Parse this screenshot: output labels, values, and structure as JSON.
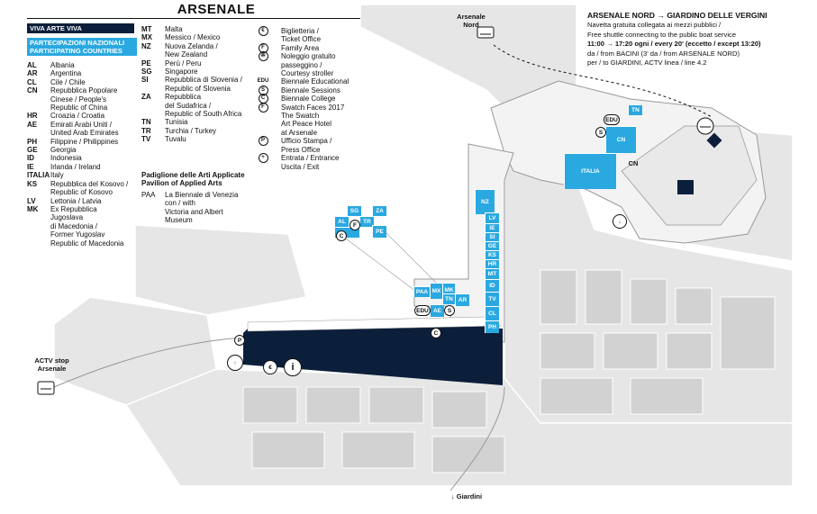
{
  "title": "ARSENALE",
  "viva_header": "VIVA ARTE VIVA",
  "partecipazioni_header": "PARTECIPAZIONI NAZIONALI\nPARTICIPATING COUNTRIES",
  "countries_col1": [
    {
      "code": "AL",
      "name": "Albania"
    },
    {
      "code": "AR",
      "name": "Argentina"
    },
    {
      "code": "CL",
      "name": "Cile / Chile"
    },
    {
      "code": "CN",
      "name": "Repubblica Popolare\nCinese / People's\nRepublic of China"
    },
    {
      "code": "HR",
      "name": "Croazia / Croatia"
    },
    {
      "code": "AE",
      "name": "Emirati Arabi Uniti /\nUnited Arab Emirates"
    },
    {
      "code": "PH",
      "name": "Filippine / Philippines"
    },
    {
      "code": "GE",
      "name": "Georgia"
    },
    {
      "code": "ID",
      "name": "Indonesia"
    },
    {
      "code": "IE",
      "name": "Irlanda / Ireland"
    },
    {
      "code": "ITALIA",
      "name": "Italy"
    },
    {
      "code": "KS",
      "name": "Repubblica del Kosovo /\nRepublic of Kosovo"
    },
    {
      "code": "LV",
      "name": "Lettonia / Latvia"
    },
    {
      "code": "MK",
      "name": "Ex Repubblica\nJugoslava\ndi Macedonia /\nFormer Yugoslav\nRepublic of Macedonia"
    }
  ],
  "countries_col2": [
    {
      "code": "MT",
      "name": "Malta"
    },
    {
      "code": "MX",
      "name": "Messico / Mexico"
    },
    {
      "code": "NZ",
      "name": "Nuova Zelanda /\nNew Zealand"
    },
    {
      "code": "PE",
      "name": "Perù / Peru"
    },
    {
      "code": "SG",
      "name": "Singapore"
    },
    {
      "code": "SI",
      "name": "Repubblica di Slovenia /\nRepublic of Slovenia"
    },
    {
      "code": "ZA",
      "name": "Repubblica\ndel Sudafrica /\nRepublic of South Africa"
    },
    {
      "code": "TN",
      "name": "Tunisia"
    },
    {
      "code": "TR",
      "name": "Turchia / Turkey"
    },
    {
      "code": "TV",
      "name": "Tuvalu"
    }
  ],
  "applied_arts_title": "Padiglione delle Arti Applicate\nPavilion of Applied Arts",
  "applied_arts": {
    "code": "PAA",
    "name": "La Biennale di Venezia\ncon / with\nVictoria and Albert\nMuseum"
  },
  "services": [
    {
      "icon": "ticket-icon",
      "glyph": "€",
      "name": "Biglietteria /\nTicket Office"
    },
    {
      "icon": "family-icon",
      "glyph": "F",
      "name": "Family Area"
    },
    {
      "icon": "stroller-icon",
      "glyph": "✇",
      "name": "Noleggio gratuito\npasseggino /\nCourtesy stroller"
    },
    {
      "icon": "edu-icon",
      "glyph": "EDU",
      "name": "Biennale Educational"
    },
    {
      "icon": "sessions-icon",
      "glyph": "S",
      "name": "Biennale Sessions"
    },
    {
      "icon": "college-icon",
      "glyph": "C",
      "name": "Biennale College"
    },
    {
      "icon": "swatch-icon",
      "glyph": "F",
      "name": "Swatch Faces 2017\nThe Swatch\nArt Peace Hotel\nat Arsenale"
    },
    {
      "icon": "press-icon",
      "glyph": "P",
      "name": "Ufficio Stampa /\nPress Office"
    },
    {
      "icon": "entrance-icon",
      "glyph": "+",
      "name": "Entrata / Entrance\nUscita / Exit"
    }
  ],
  "shuttle": {
    "title": "ARSENALE NORD → GIARDINO DELLE VERGINI",
    "lines": [
      "Navetta gratuita collegata ai mezzi pubblici /",
      "Free shuttle connecting to the public boat service",
      "11:00 → 17:20 ogni / every 20' (eccetto / except 13:20)",
      "da / from BACINI (3' da / from ARSENALE NORD)",
      "per / to GIARDINI, ACTV linea / line 4.2"
    ]
  },
  "map_labels": {
    "arsenale_nord": "Arsenale\nNord",
    "actv_stop": "ACTV stop\nArsenale",
    "giardini": "↓ Giardini"
  },
  "pavilions": {
    "italia": "ITALIA",
    "cn": "CN",
    "tn": "TN",
    "nz": "NZ",
    "edu": "EDU",
    "s": "S",
    "cn_ext": "CN",
    "lv": "LV",
    "ie": "IE",
    "si": "SI",
    "ge": "GE",
    "ks": "KS",
    "hr": "HR",
    "mt": "MT",
    "id": "ID",
    "tv": "TV",
    "cl": "CL",
    "ph": "PH",
    "paa": "PAA",
    "mx": "MX",
    "mk": "MK",
    "tn2": "TN",
    "ar": "AR",
    "ae": "AE",
    "sg": "SG",
    "za": "ZA",
    "al": "AL",
    "tr": "TR",
    "pe": "PE"
  },
  "colors": {
    "pavilion_blue": "#2aa8e0",
    "route_navy": "#0b1f3a",
    "building_grey": "#dcdcdc",
    "water": "#ffffff"
  }
}
